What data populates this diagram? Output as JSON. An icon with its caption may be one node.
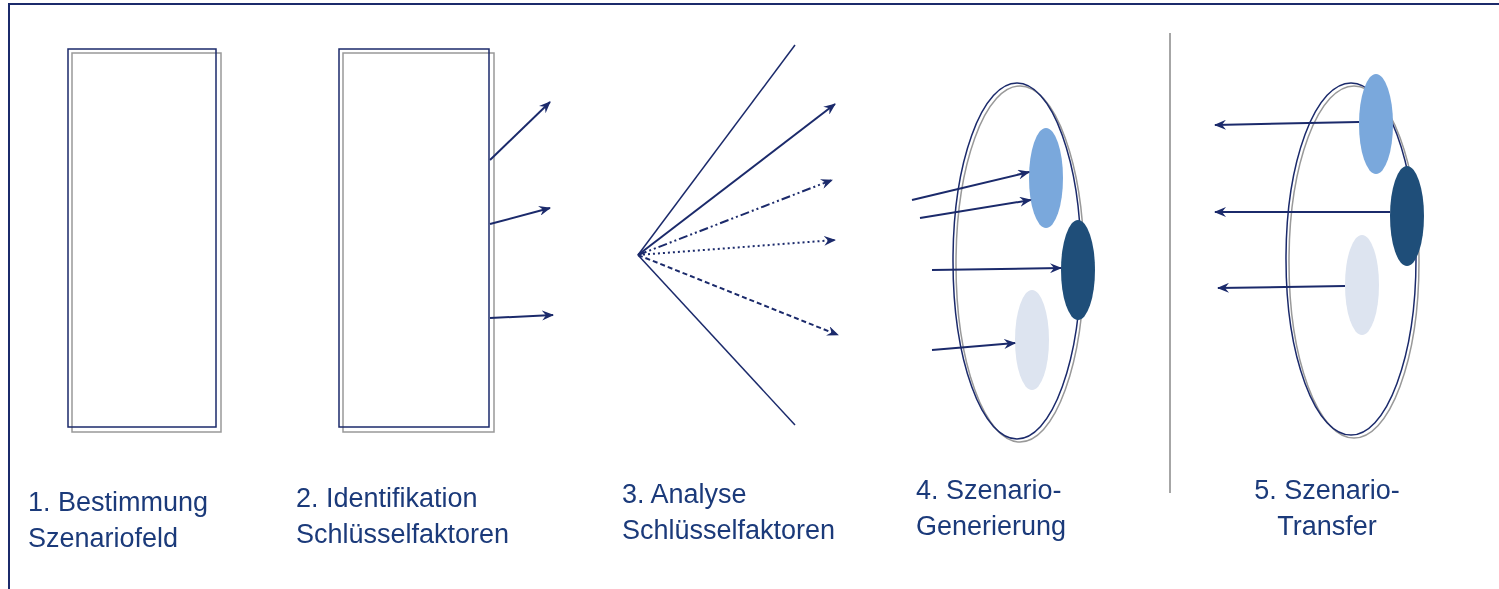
{
  "diagram": {
    "nodes": [
      {
        "text": [],
        "shape": "box",
        "beside": [
          "1. Bestimmung Szenariofeld"
        ]
      },
      {
        "text": [],
        "shape": "box",
        "beside": [
          "2. Identifikation Schlüsselfaktoren"
        ]
      },
      {
        "text": [],
        "shape": "wedge",
        "beside": [
          "3. Analyse Schlüsselfaktoren"
        ]
      },
      {
        "text": [],
        "shape": "ellipse",
        "beside": [
          "4. Szenario-Generierung"
        ]
      },
      {
        "text": [],
        "shape": "ellipse",
        "in": 3
      },
      {
        "text": [],
        "shape": "ellipse",
        "in": 3
      },
      {
        "text": [],
        "shape": "ellipse",
        "in": 3
      },
      {
        "text": [],
        "shape": "ellipse",
        "beside": [
          "5. Szenario-Transfer"
        ]
      },
      {
        "text": [],
        "shape": "ellipse",
        "in": 7
      },
      {
        "text": [],
        "shape": "ellipse",
        "in": 7
      },
      {
        "text": [],
        "shape": "ellipse",
        "in": 7
      }
    ],
    "edges": [
      {
        "from": 1,
        "to": null,
        "arrow": "to"
      },
      {
        "from": 1,
        "to": null,
        "arrow": "to"
      },
      {
        "from": 1,
        "to": null,
        "arrow": "to"
      },
      {
        "from": 2,
        "to": null,
        "arrow": "to"
      },
      {
        "from": 2,
        "to": null,
        "arrow": "to",
        "style": "dashed"
      },
      {
        "from": 2,
        "to": null,
        "arrow": "to",
        "style": "dashed"
      },
      {
        "from": 2,
        "to": null,
        "arrow": "to",
        "style": "dashed"
      },
      {
        "from": null,
        "to": 4,
        "arrow": "to"
      },
      {
        "from": null,
        "to": 4,
        "arrow": "to"
      },
      {
        "from": null,
        "to": 5,
        "arrow": "to"
      },
      {
        "from": null,
        "to": 6,
        "arrow": "to"
      },
      {
        "from": 8,
        "to": null,
        "arrow": "to"
      },
      {
        "from": 9,
        "to": null,
        "arrow": "to"
      },
      {
        "from": 10,
        "to": null,
        "arrow": "to"
      }
    ]
  }
}
